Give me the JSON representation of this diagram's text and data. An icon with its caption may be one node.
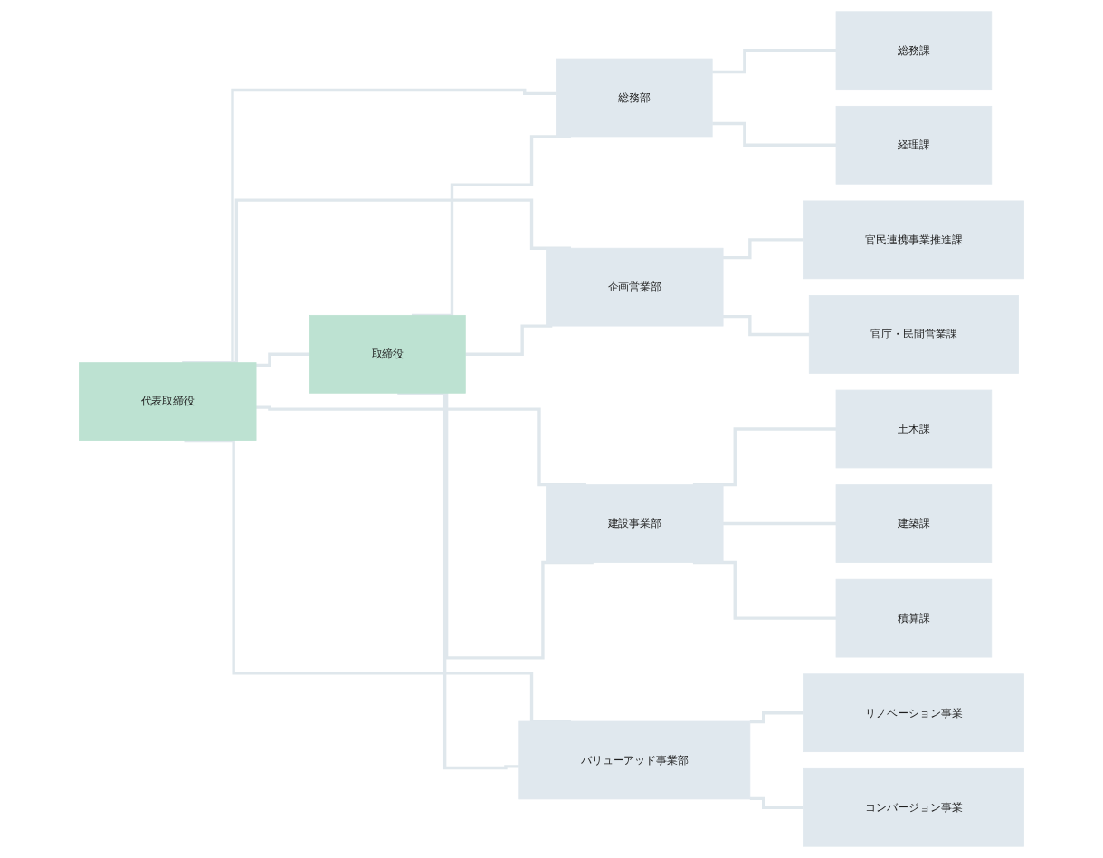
{
  "diagram": {
    "nodes": [
      {
        "text": [
          "代表取締役"
        ]
      },
      {
        "text": [
          "取締役"
        ]
      },
      {
        "text": [
          "総務部"
        ]
      },
      {
        "text": [
          "企画営業部"
        ]
      },
      {
        "text": [
          "建設事業部"
        ]
      },
      {
        "text": [
          "バリューアッド事業部"
        ]
      },
      {
        "text": [
          "総務課"
        ]
      },
      {
        "text": [
          "経理課"
        ]
      },
      {
        "text": [
          "官民連携事業推進課"
        ]
      },
      {
        "text": [
          "官庁・民間営業課"
        ]
      },
      {
        "text": [
          "土木課"
        ]
      },
      {
        "text": [
          "建築課"
        ]
      },
      {
        "text": [
          "積算課"
        ]
      },
      {
        "text": [
          "リノベーション事業"
        ]
      },
      {
        "text": [
          "コンバージョン事業"
        ]
      }
    ],
    "edges": [
      {
        "from": 0,
        "to": 1,
        "arrow": "none"
      },
      {
        "from": 0,
        "to": 2,
        "arrow": "none"
      },
      {
        "from": 0,
        "to": 3,
        "arrow": "none"
      },
      {
        "from": 0,
        "to": 4,
        "arrow": "none"
      },
      {
        "from": 0,
        "to": 5,
        "arrow": "none"
      },
      {
        "from": 1,
        "to": 2,
        "arrow": "none"
      },
      {
        "from": 1,
        "to": 3,
        "arrow": "none"
      },
      {
        "from": 1,
        "to": 4,
        "arrow": "none"
      },
      {
        "from": 1,
        "to": 5,
        "arrow": "none"
      },
      {
        "from": 2,
        "to": 6,
        "arrow": "none"
      },
      {
        "from": 2,
        "to": 7,
        "arrow": "none"
      },
      {
        "from": 3,
        "to": 8,
        "arrow": "none"
      },
      {
        "from": 3,
        "to": 9,
        "arrow": "none"
      },
      {
        "from": 4,
        "to": 10,
        "arrow": "none"
      },
      {
        "from": 4,
        "to": 11,
        "arrow": "none"
      },
      {
        "from": 4,
        "to": 12,
        "arrow": "none"
      },
      {
        "from": 5,
        "to": 13,
        "arrow": "none"
      },
      {
        "from": 5,
        "to": 14,
        "arrow": "none"
      }
    ]
  }
}
